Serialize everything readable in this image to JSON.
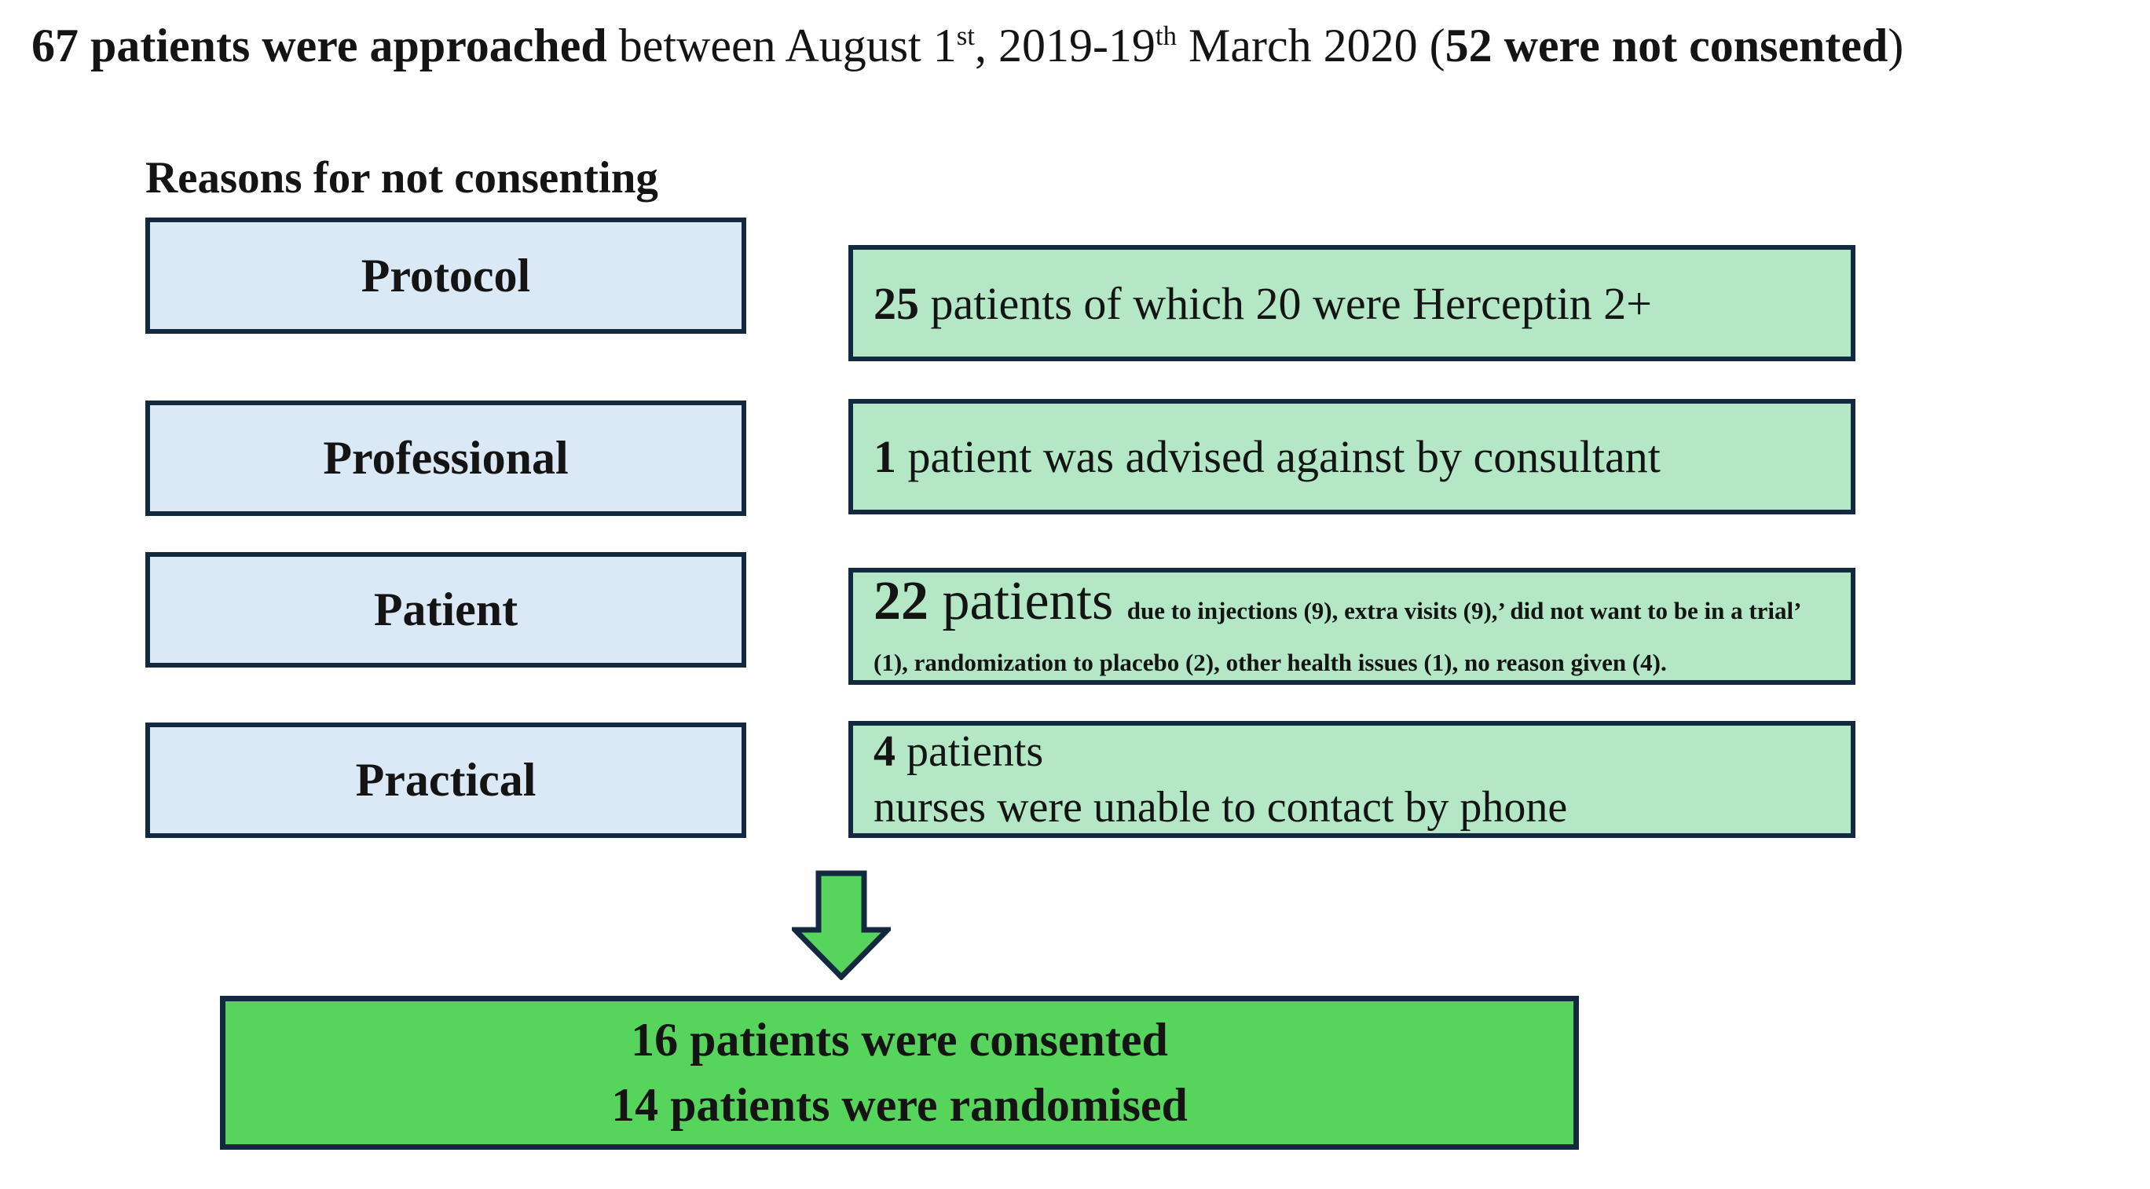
{
  "colors": {
    "pale_blue": "#dbe9f6",
    "pale_green": "#b3e7c6",
    "bright_green": "#57d45b",
    "border": "#13293f",
    "text": "#141414"
  },
  "title": {
    "runs": [
      {
        "text": "67 patients were approached"
      },
      {
        "text": " between August 1"
      },
      {
        "text": "st"
      },
      {
        "text": ", 2019-19"
      },
      {
        "text": "th"
      },
      {
        "text": " March 2020 ("
      },
      {
        "text": "52 were not consented"
      },
      {
        "text": ")"
      }
    ]
  },
  "reasons": {
    "heading": "Reasons for not consenting",
    "rows": [
      {
        "label": "Protocol",
        "detail": {
          "count": "25",
          "text": " patients of which 20 were Herceptin 2+"
        }
      },
      {
        "label": "Professional",
        "detail": {
          "count": "1",
          "text": " patient was advised against by consultant"
        }
      },
      {
        "label": "Patient",
        "detail": {
          "count": "22",
          "text": " patients ",
          "small": "due to injections (9), extra visits (9),’ did not want to be in a trial’ (1), randomization to placebo (2), other health issues (1), no reason given (4)."
        }
      },
      {
        "label": "Practical",
        "detail": {
          "count": "4",
          "text": " patients",
          "line2": "nurses were unable to contact by phone"
        }
      }
    ]
  },
  "icons": {
    "down_arrow": "down-arrow"
  },
  "outcome": {
    "line1": "16 patients were consented",
    "line2": "14 patients were randomised"
  }
}
